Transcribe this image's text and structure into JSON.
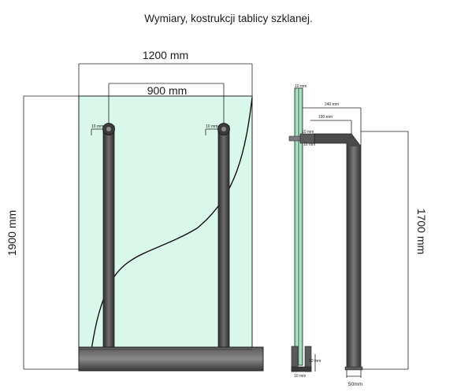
{
  "title": "Wymiary, kostrukcji tablicy szklanej.",
  "front_view": {
    "width_label": "1200 mm",
    "post_spacing_label": "900 mm",
    "height_label": "1900 mm",
    "post_left_tag": "10 mm",
    "post_right_tag": "10 mm"
  },
  "side_view": {
    "post_height_label": "1700 mm",
    "arm_length_label": "240 mm",
    "arm_inner_label": "190 mm",
    "post_base_label": "50mm",
    "glass_top_tag": "10 mm",
    "glass_bottom_tag": "10 mm",
    "bracket_tag": "10 mm",
    "bracket_tag_2": "10 mm",
    "foot_tag": "10 mm"
  },
  "colors": {
    "glass_fill": "#d9f7ea",
    "glass_stroke": "#222222",
    "post_dark": "#3a3a3a",
    "side_glass": "#9fe0b9",
    "base_dark": "#4a4a4a"
  }
}
